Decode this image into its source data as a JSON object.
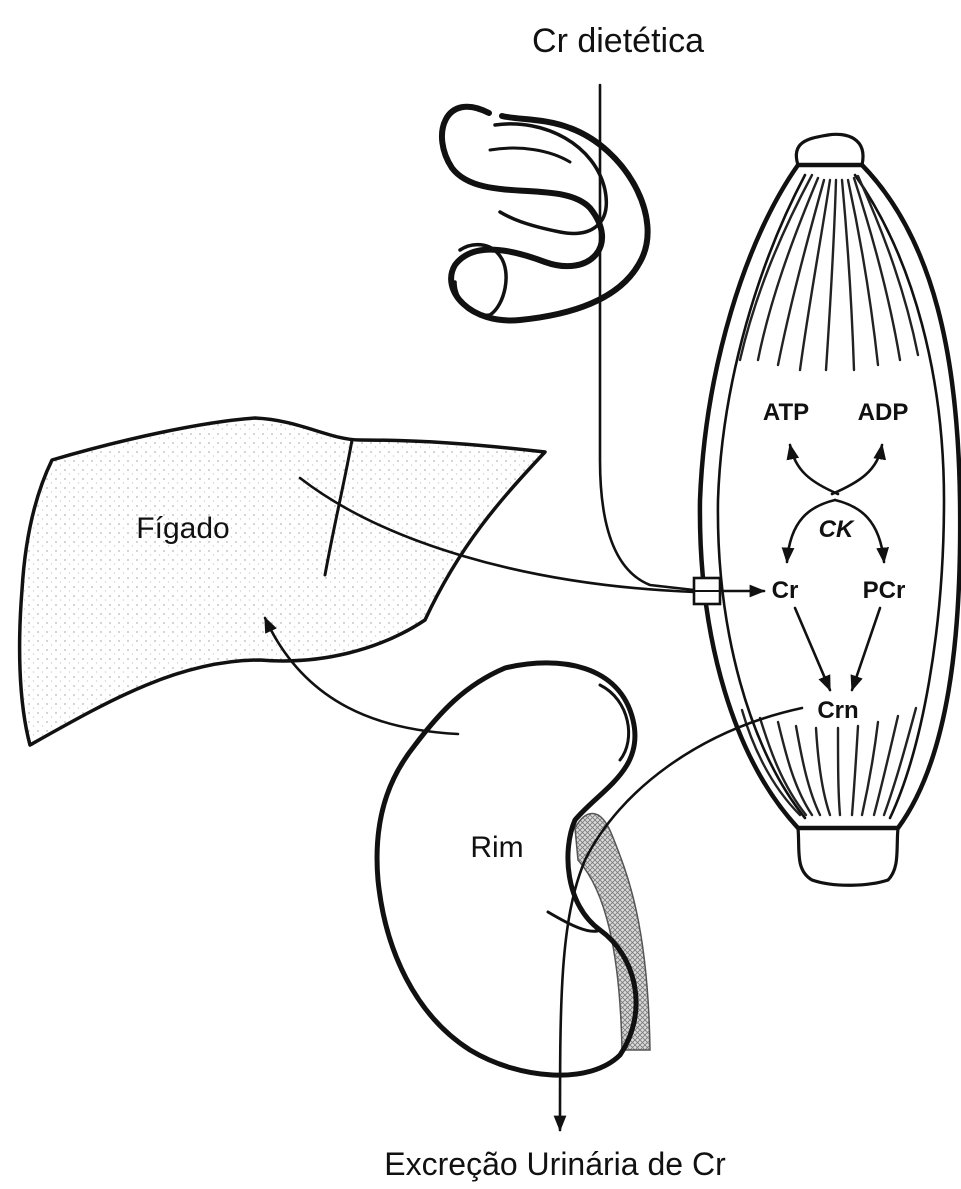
{
  "title": "Cr dietética",
  "organs": {
    "liver": "Fígado",
    "kidney": "Rim"
  },
  "muscle": {
    "atp": "ATP",
    "adp": "ADP",
    "enzyme": "CK",
    "creatine": "Cr",
    "phosphocreatine": "PCr",
    "creatinine": "Crn"
  },
  "excretion": "Excreção Urinária de Cr"
}
